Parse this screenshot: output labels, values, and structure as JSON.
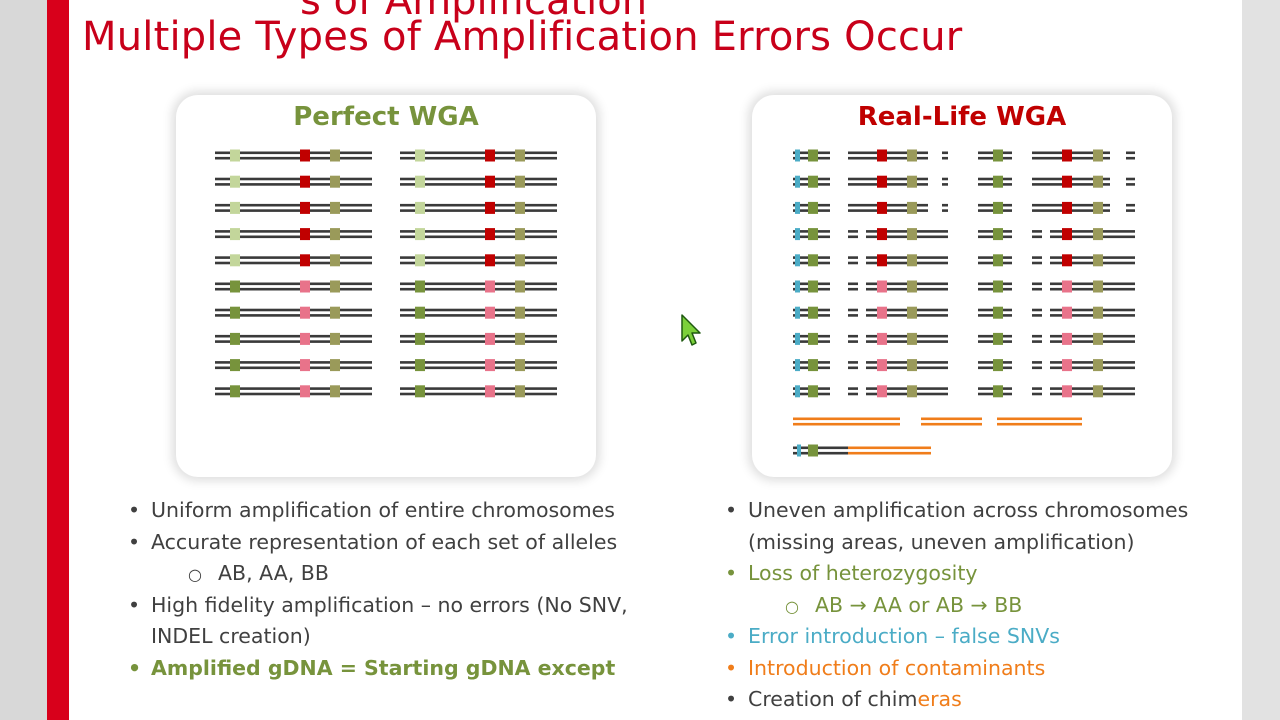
{
  "slide": {
    "title": "Multiple Types of Amplification Errors Occur",
    "title_top_partial": "s of Amplification"
  },
  "panels": {
    "left": {
      "title": "Perfect WGA"
    },
    "right": {
      "title": "Real-Life WGA"
    }
  },
  "colors": {
    "accent_red": "#c8001a",
    "green": "#77933c",
    "blue": "#4bacc6",
    "orange": "#f07d1a",
    "light_green": "#c3d69b",
    "dark_red": "#c00000",
    "pink": "#e8738a",
    "olive": "#9a9a5a"
  },
  "bullets_left": [
    {
      "text": "Uniform amplification of entire chromosomes",
      "style": "normal"
    },
    {
      "text": "Accurate representation of each set of alleles",
      "style": "normal"
    },
    {
      "text": "AB, AA, BB",
      "style": "sub"
    },
    {
      "text": "High fidelity amplification – no errors (No SNV, INDEL creation)",
      "style": "normal"
    },
    {
      "text": "Amplified gDNA = Starting gDNA except",
      "style": "greenbold"
    }
  ],
  "bullets_right": [
    {
      "text": "Uneven amplification across chromosomes (missing areas, uneven amplification)",
      "style": "normal"
    },
    {
      "text": "Loss of heterozygosity",
      "style": "green"
    },
    {
      "text": "AB → AA   or   AB → BB",
      "style": "sub-green"
    },
    {
      "text": "Error introduction – false SNVs",
      "style": "blue"
    },
    {
      "text": "Introduction of contaminants",
      "style": "orange"
    },
    {
      "text_a": "Creation of chim",
      "text_b": "eras",
      "style": "mixed"
    }
  ],
  "icons": {
    "cursor": "mouse-pointer-icon"
  }
}
